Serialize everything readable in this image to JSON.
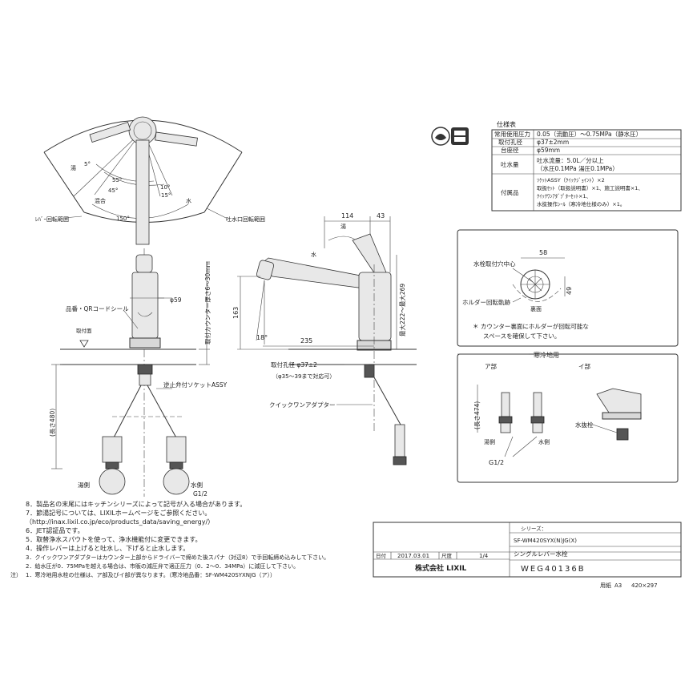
{
  "spec_table": {
    "title": "仕様表",
    "rows": [
      {
        "label": "常用使用圧力",
        "value": "0.05（流動圧）～0.75MPa（静水圧）"
      },
      {
        "label": "取付孔径",
        "value": "φ37±2mm"
      },
      {
        "label": "台座径",
        "value": "φ59mm"
      },
      {
        "label": "吐水量",
        "value1": "吐水流量：5.0L／分以上",
        "value2": "（水圧0.1MPa 湯圧0.1MPa）"
      },
      {
        "label": "付属品",
        "value1": "ｿｹｯﾄASSY（ｸｲｯｸｼﾞｮｲﾝﾄ）×2",
        "value2": "取扱ｾｯﾄ（取扱説明書）×1、施工説明書×1、",
        "value3": "ｸｲｯｸﾜﾝｱﾀﾞﾌﾟﾀｰｾｯﾄ×1、",
        "value4": "水抜操作ｼｰﾙ（寒冷地仕様のみ）×1。"
      }
    ]
  },
  "top_view": {
    "hot_label": "湯",
    "cold_label": "水",
    "mix_label": "混合",
    "angle_5": "5°",
    "angle_55": "55°",
    "angle_45": "45°",
    "angle_10": "10°",
    "angle_15": "15°",
    "angle_150": "150°",
    "lever_range": "ﾚﾊﾞｰ回転範囲",
    "spout_range": "吐水口回転範囲"
  },
  "front_view": {
    "base_dia": "φ59",
    "qr_label": "品番・QRコードシール",
    "mount_face": "取付面",
    "counter_thickness": "取付カウンター厚さ6～30mm",
    "hose_len": "(長さ480)",
    "socket_label": "逆止弁付ソケットASSY",
    "hot_side": "湯側",
    "cold_side": "水側",
    "thread": "G1/2"
  },
  "side_view": {
    "dim_114": "114",
    "dim_43": "43",
    "hot_mark": "湯",
    "cold_mark": "水",
    "dim_163": "163",
    "dim_235": "235",
    "angle_18": "18°",
    "height": "最大222～最大269",
    "hole_dia": "取付孔径 φ37±2",
    "hole_range": "（φ35～39まで対応可）",
    "adapter": "クイックワンアダプター"
  },
  "holder_box": {
    "dim_58": "58",
    "dim_49": "49",
    "center_label": "水栓取付穴中心",
    "holder_range": "ホルダー回転軌跡",
    "back_label": "裏面",
    "note1": "＊ カウンター裏面にホルダーが回転可能な",
    "note2": "スペースを確保して下さい。"
  },
  "cold_box": {
    "title": "寒冷地用",
    "part_a": "ア部",
    "part_i": "イ部",
    "hose_len": "(長さ474)",
    "hot_side": "湯側",
    "cold_side": "水側",
    "thread": "G1/2",
    "drain_plug": "水抜栓"
  },
  "notes": [
    "8．製品名の末尾にはキッチンシリーズによって記号が入る場合があります。",
    "7．節湯記号については、LIXILホームページをご参照ください。",
    "（http://inax.lixil.co.jp/eco/products_data/saving_energy/）",
    "6．JET認証品です。",
    "5．取替浄水スパウトを使って、浄水機能付に変更できます。",
    "4．操作レバーは上げると吐水し、下げると止水します。",
    "3．クイックワンアダプターはカウンター上部からドライバーで締めた後スパナ（対辺8）で手回転締め込みして下さい。",
    "2．給水圧が0．75MPaを越える場合は、市販の減圧弁で適正圧力（0．2～0．34MPa）に減圧して下さい。",
    "1．寒冷地用水栓の仕様は、ア部及びイ部が異なります。（寒冷地品番：SF-WM420SYXNJG（ア））"
  ],
  "notes_prefix": "注）",
  "title_block": {
    "date_label": "日付",
    "date": "2017.03.01",
    "scale_label": "尺度",
    "scale": "1/4",
    "company": "株式会社 LIXIL",
    "series_label": "シリーズ：",
    "model": "SF-WM420SYX(N)JG(X)",
    "product_name": "シングルレバー水栓",
    "drawing_no": "WEG40136B",
    "paper_label": "用紙",
    "paper": "A3",
    "paper_size": "420×297"
  }
}
